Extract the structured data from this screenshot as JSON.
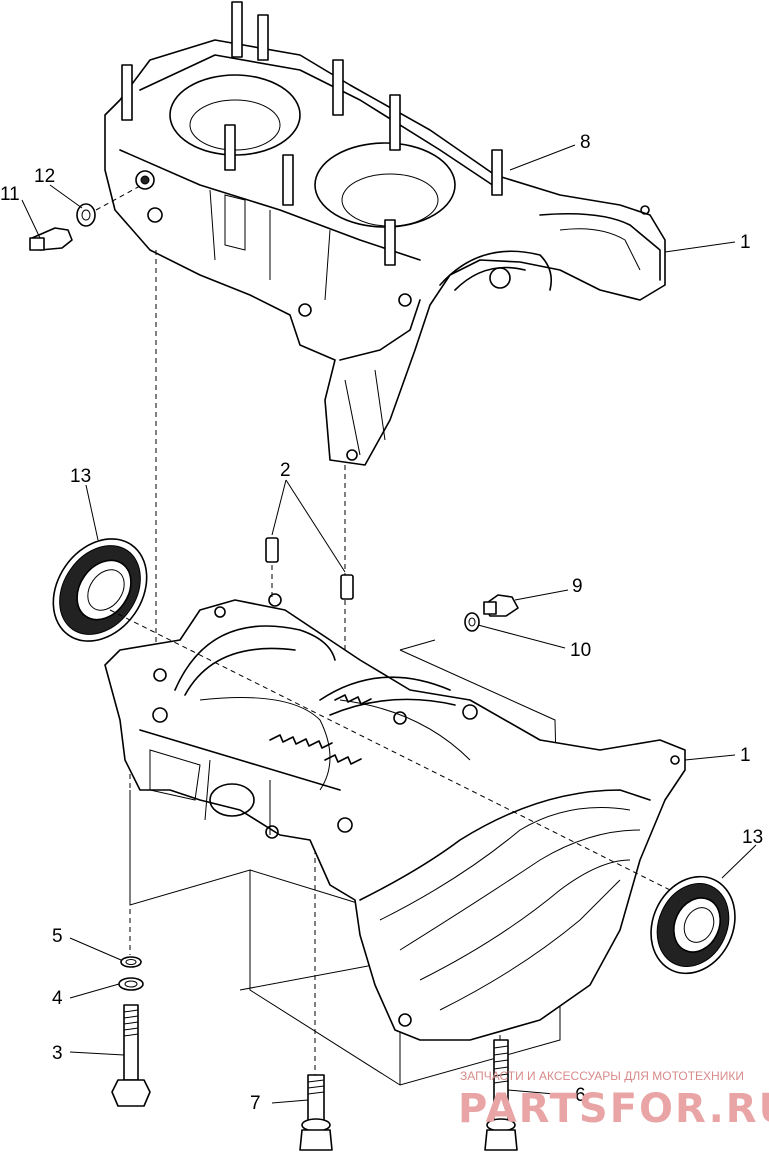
{
  "callouts": {
    "c1_top": "1",
    "c1_mid": "1",
    "c2": "2",
    "c3": "3",
    "c4": "4",
    "c5": "5",
    "c6": "6",
    "c7": "7",
    "c8": "8",
    "c9": "9",
    "c10": "10",
    "c11": "11",
    "c12": "12",
    "c13_left": "13",
    "c13_right": "13"
  },
  "watermark": {
    "tagline": "ЗАПЧАСТИ И АКСЕССУАРЫ ДЛЯ МОТОТЕХНИКИ",
    "brand": "PARTSFOR.RU"
  }
}
